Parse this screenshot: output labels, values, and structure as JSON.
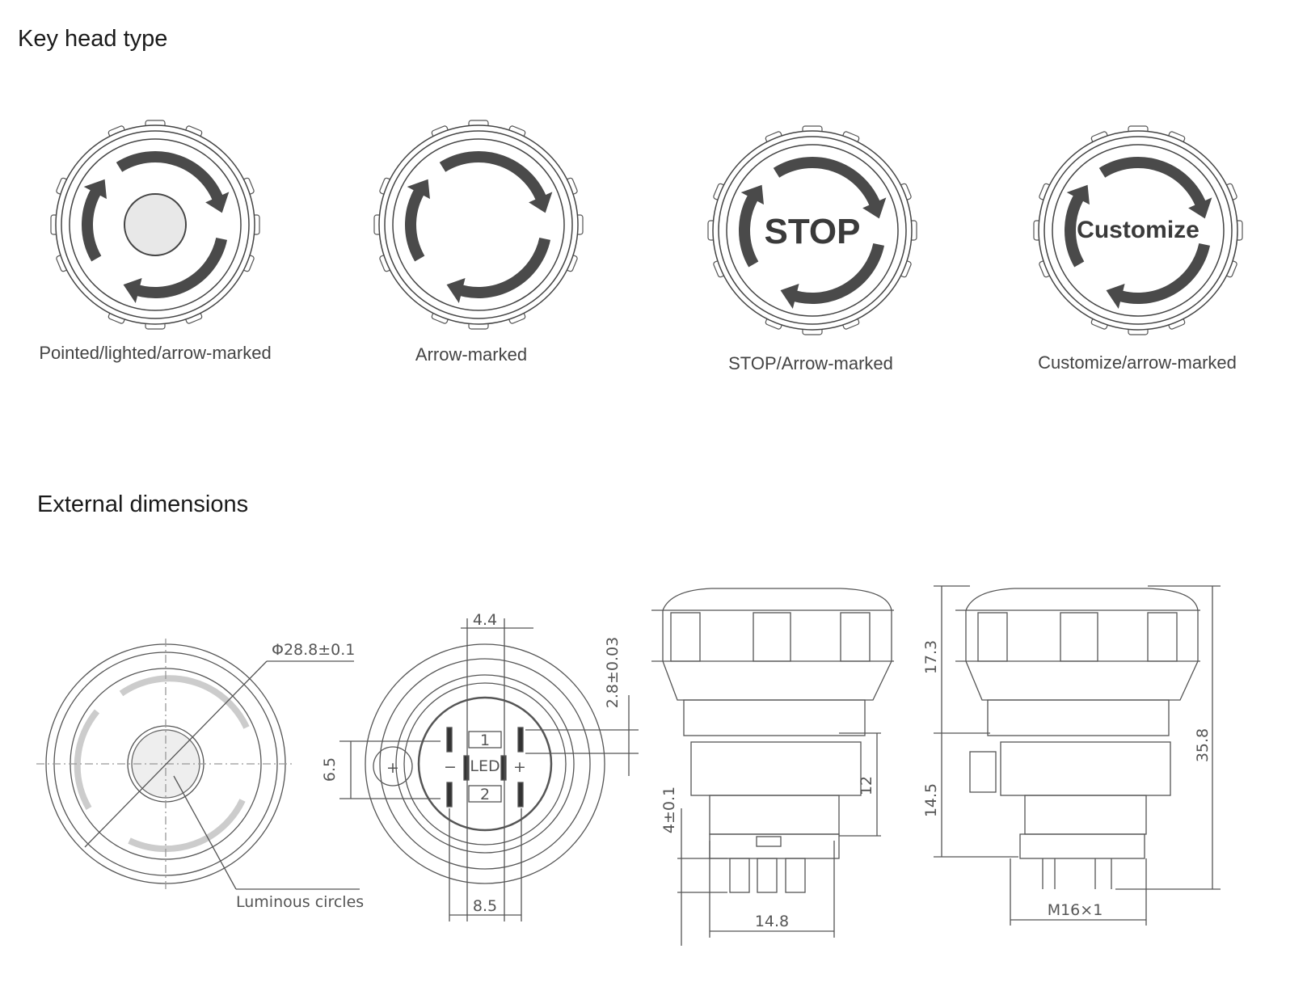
{
  "sections": {
    "key_head_title": "Key head type",
    "dimensions_title": "External dimensions"
  },
  "key_heads": [
    {
      "label": "Pointed/lighted/arrow-marked",
      "center_text": ""
    },
    {
      "label": "Arrow-marked",
      "center_text": ""
    },
    {
      "label": "STOP/Arrow-marked",
      "center_text": "STOP"
    },
    {
      "label": "Customize/arrow-marked",
      "center_text": "Customize"
    }
  ],
  "dimensions": {
    "diameter": "Φ28.8±0.1",
    "luminous": "Luminous circles",
    "d4_4": "4.4",
    "d2_8": "2.8±0.03",
    "d6_5": "6.5",
    "d8_5": "8.5",
    "pin1": "1",
    "pin2": "2",
    "led": "LED",
    "minus": "−",
    "plus": "+",
    "d4_0": "4±0.1",
    "d12": "12",
    "d14_8": "14.8",
    "d17_3": "17.3",
    "d14_5": "14.5",
    "d35_8": "35.8",
    "thread": "M16×1"
  },
  "colors": {
    "arrow": "#4a4a4a",
    "line": "#555555"
  }
}
